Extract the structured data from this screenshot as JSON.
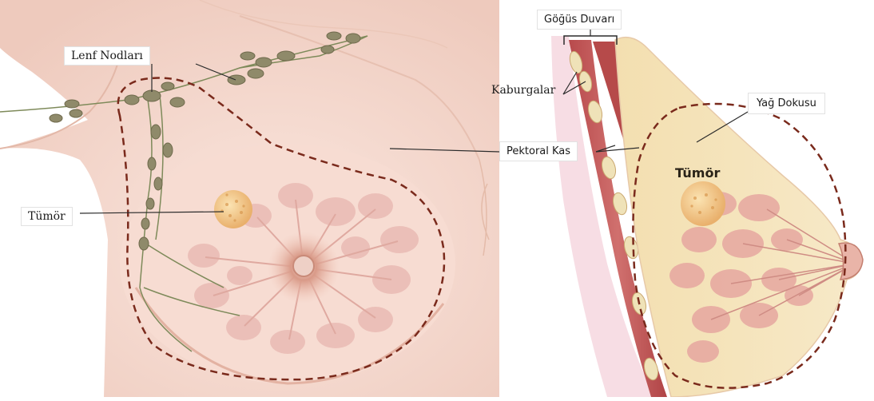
{
  "labels": {
    "lenf_nodlari": "Lenf Nodları",
    "tumor_front": "Tümör",
    "kaburgalar": "Kaburgalar",
    "gogus_duvari": "Göğüs Duvarı",
    "pektoral_kas": "Pektoral Kas",
    "yag_dokusu": "Yağ Dokusu",
    "tumor_side": "Tümör"
  },
  "colors": {
    "skin": "#f5d9cf",
    "skin_shadow": "#e9c0b2",
    "lobule": "#e6b3ad",
    "muscle": "#c2585a",
    "fat": "#f3dfb4",
    "lymph_node": "#8c8a6a",
    "tumor": "#f2c58a",
    "outline": "#7a2a1c",
    "leader_line": "#2b2b2b"
  }
}
